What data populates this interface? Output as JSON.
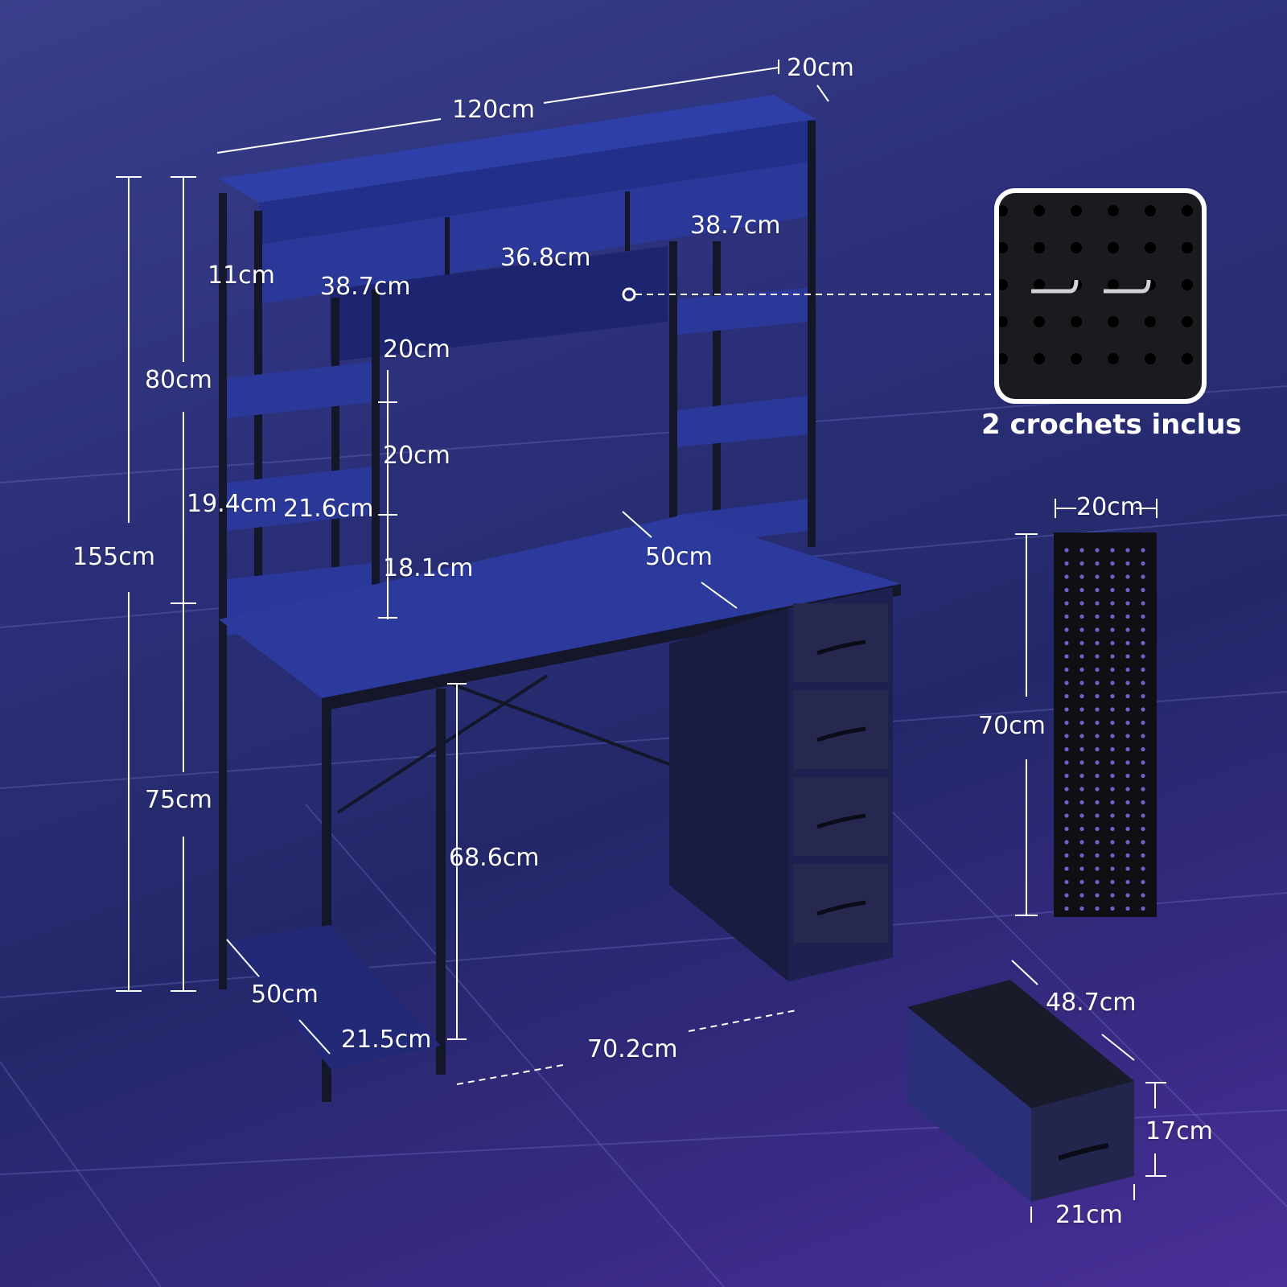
{
  "dimensions": {
    "top_width": "120cm",
    "top_depth": "20cm",
    "total_height": "155cm",
    "hutch_height": "80cm",
    "desk_height": "75cm",
    "top_shelf_height": "11cm",
    "cubby_left_width": "38.7cm",
    "cubby_mid_width": "36.8cm",
    "cubby_right_width": "38.7cm",
    "shelf_gap_1": "20cm",
    "shelf_gap_2": "20cm",
    "shelf_gap_3": "18.1cm",
    "side_depth": "19.4cm",
    "side_width": "21.6cm",
    "desk_depth": "50cm",
    "leg_clearance": "68.6cm",
    "bottom_depth": "50cm",
    "bottom_width": "21.5cm",
    "knee_width": "70.2cm"
  },
  "pegboard": {
    "caption": "2 crochets inclus",
    "width": "20cm",
    "height": "70cm"
  },
  "drawer": {
    "depth": "48.7cm",
    "height": "17cm",
    "width": "21cm"
  },
  "colors": {
    "furniture": "#2c3a9e",
    "frame": "#14162a",
    "pegboard": "#101014",
    "text": "#ffffff"
  }
}
